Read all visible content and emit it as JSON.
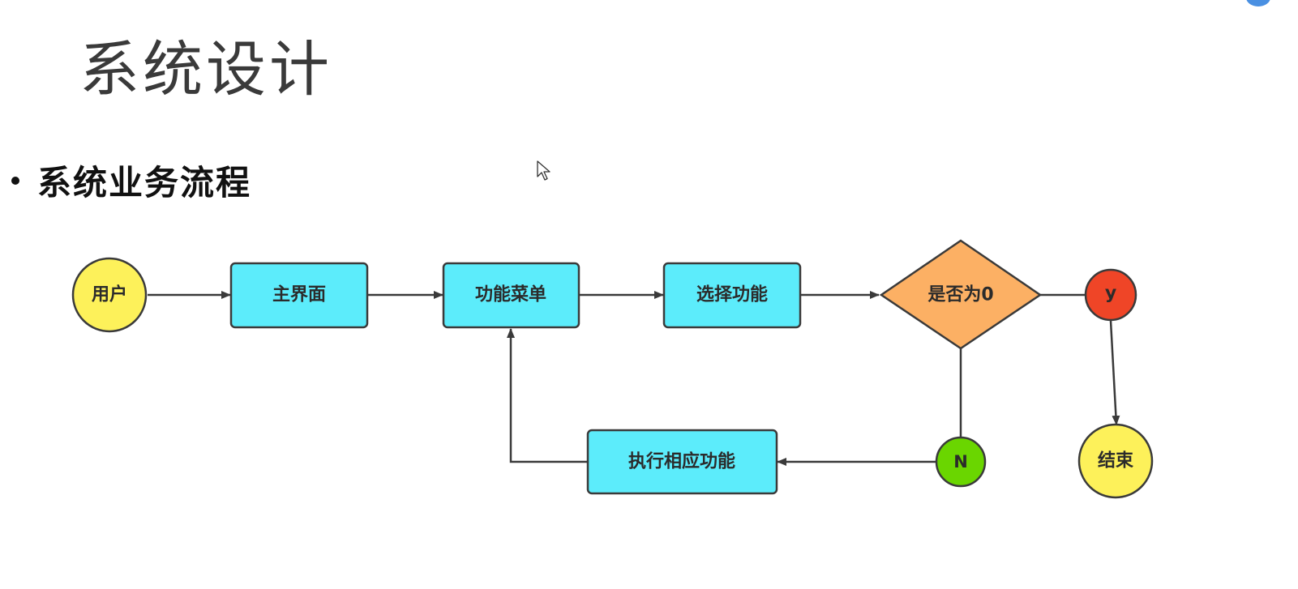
{
  "slide": {
    "title": "系统设计",
    "bullet": "系统业务流程"
  },
  "colors": {
    "process_fill": "#5cecfb",
    "terminal_fill": "#fdf15a",
    "decision_fill": "#fcb064",
    "yes_fill": "#ef4527",
    "no_fill": "#6ad600",
    "stroke": "#3a3a3a"
  },
  "diagram": {
    "nodes": {
      "user": "用户",
      "main_ui": "主界面",
      "menu": "功能菜单",
      "select": "选择功能",
      "decision": "是否为0",
      "yes": "y",
      "end": "结束",
      "no": "N",
      "execute": "执行相应功能"
    }
  }
}
